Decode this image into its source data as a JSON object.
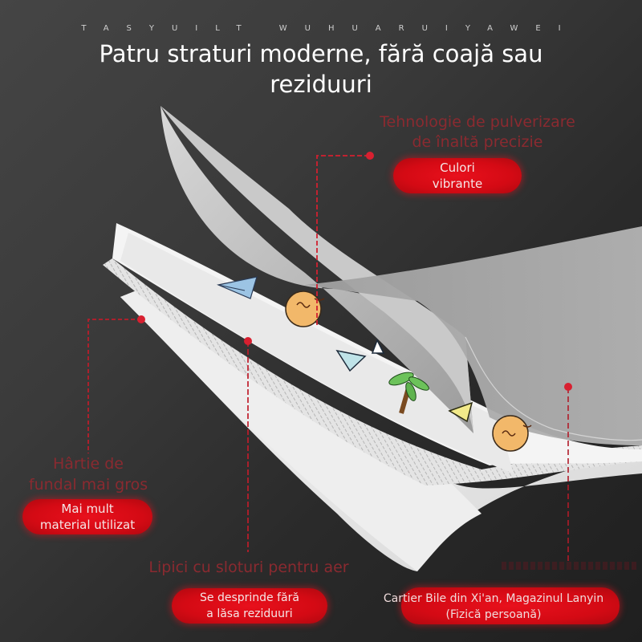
{
  "header": {
    "brand_letters": "TASYUILT WUHUARUIYAWEI",
    "title_line1": "Patru straturi moderne, fără coajă sau",
    "title_line2": "reziduuri"
  },
  "callouts": [
    {
      "id": "spray",
      "label_line1": "Tehnologie de pulverizare",
      "label_line2": "de înaltă precizie",
      "pill_line1": "Culori",
      "pill_line2": "vibrante"
    },
    {
      "id": "paper",
      "label_line1": "Hârtie de",
      "label_line2": "fundal mai gros",
      "pill_line1": "Mai mult",
      "pill_line2": "material utilizat"
    },
    {
      "id": "glue",
      "label_line1": "Lipici cu sloturi pentru aer",
      "pill_line1": "Se desprinde fără",
      "pill_line2": "a lăsa reziduuri"
    },
    {
      "id": "store",
      "pill_line1": "Cartier Bile din Xi'an, Magazinul Lanyin",
      "pill_line2": "(Fizică persoană)"
    }
  ],
  "colors": {
    "background_dark": "#2a2a2a",
    "accent_red": "#e8101c",
    "label_red": "#8a2a30",
    "film_gray": "#a8a8a8",
    "paper_white": "#f2f2f2"
  },
  "icons": [
    "paper-plane-icon",
    "orange-blob-icon",
    "triangle-icon",
    "palm-tree-icon",
    "yellow-triangle-icon",
    "orange-blob-icon"
  ]
}
